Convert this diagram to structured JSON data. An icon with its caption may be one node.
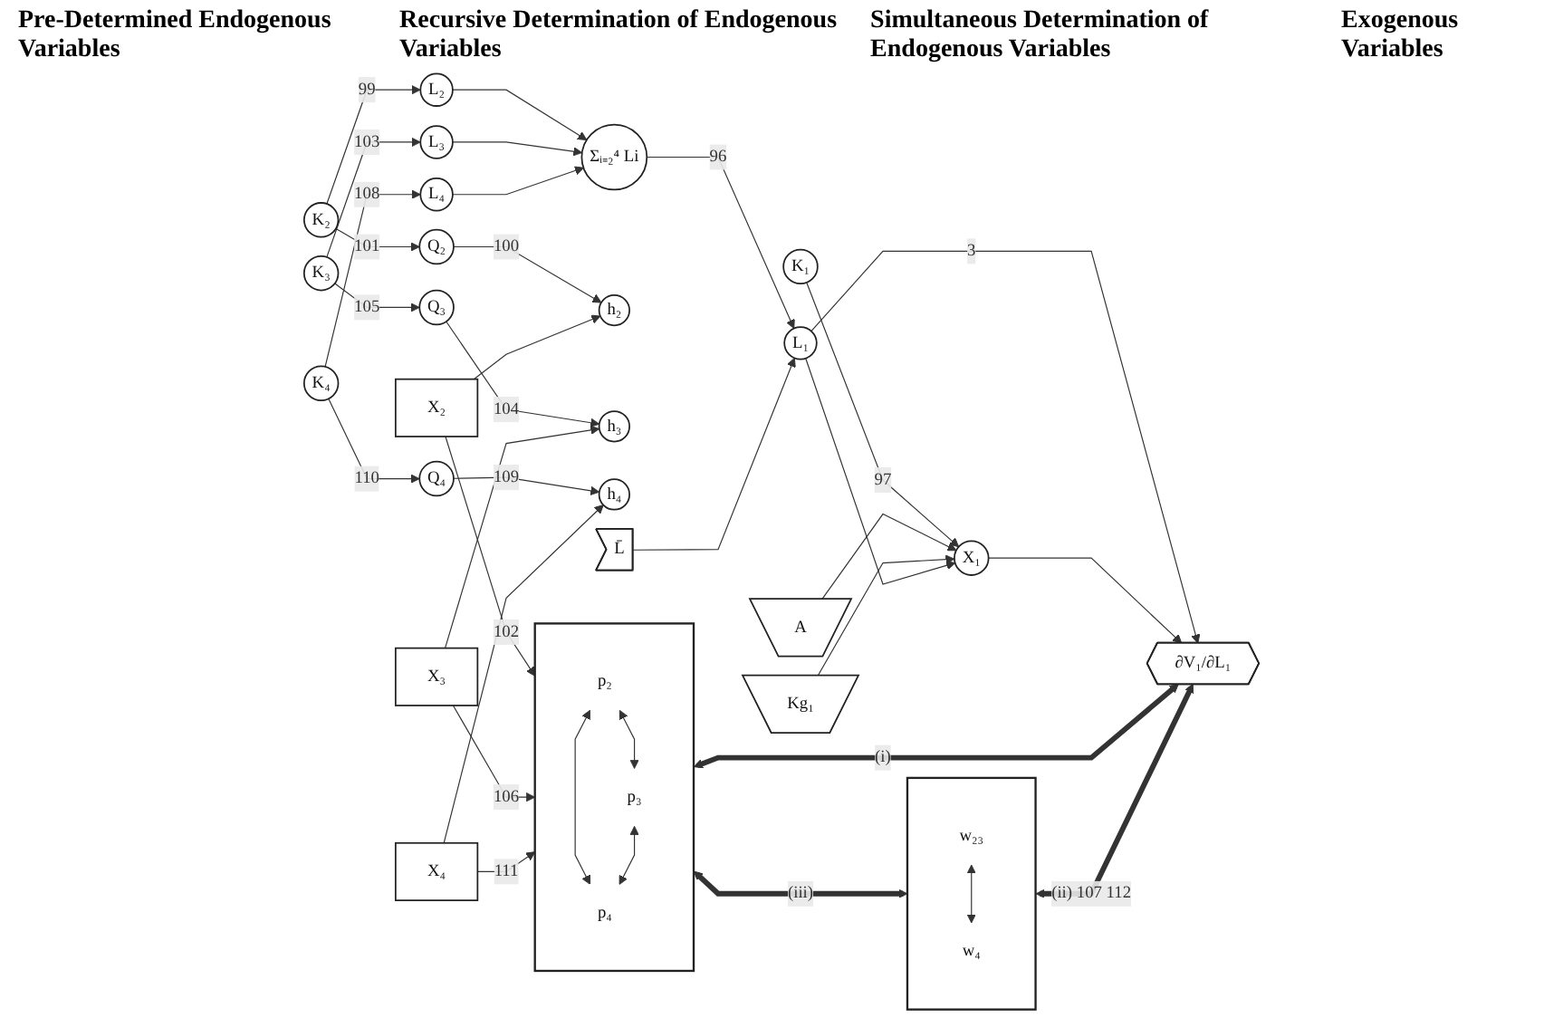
{
  "diagram": {
    "nodes": [
      {
        "text": [
          "K₂"
        ]
      },
      {
        "text": [
          "Q₂"
        ]
      },
      {
        "text": [
          "L₂"
        ]
      },
      {
        "text": [
          "h₂"
        ]
      },
      {
        "text": [
          "X₂"
        ]
      },
      {
        "text": [
          "K₃"
        ]
      },
      {
        "text": [
          "Q₃"
        ]
      },
      {
        "text": [
          "L₃"
        ]
      },
      {
        "text": [
          "h₃"
        ]
      },
      {
        "text": [
          "X₃"
        ]
      },
      {
        "text": [
          "K₄"
        ]
      },
      {
        "text": [
          "Q₄"
        ]
      },
      {
        "text": [
          "L₄"
        ]
      },
      {
        "text": [
          "h₄"
        ]
      },
      {
        "text": [
          "X₄"
        ]
      },
      {
        "text": [],
        "shape": "hexagon"
      },
      {
        "text": [
          "p₂"
        ],
        "in": 15
      },
      {
        "text": [
          "p₃"
        ],
        "in": 15
      },
      {
        "text": [
          "p₄"
        ],
        "in": 15
      },
      {
        "text": [],
        "shape": "hexagon"
      },
      {
        "text": [
          "w₂₃"
        ],
        "in": 19
      },
      {
        "text": [
          "w₄"
        ],
        "in": 19
      },
      {
        "text": [
          "Σᵢ₌₂⁴ Li"
        ]
      },
      {
        "text": [
          "L̄"
        ]
      },
      {
        "text": [
          "L₁"
        ]
      },
      {
        "text": [
          "A"
        ]
      },
      {
        "text": [
          "Kg₁"
        ]
      },
      {
        "text": [
          "K₁"
        ]
      },
      {
        "text": [
          "X₁"
        ]
      },
      {
        "text": [
          "∂V₁/∂L₁"
        ]
      }
    ],
    "edges": [
      {
        "from": 0,
        "to": 1,
        "arrow": "to",
        "label": "101"
      },
      {
        "from": 1,
        "to": 3,
        "arrow": "to",
        "label": "100"
      },
      {
        "from": 0,
        "to": 2,
        "arrow": "to",
        "label": "99"
      },
      {
        "from": 4,
        "to": 3,
        "arrow": "to"
      },
      {
        "from": 5,
        "to": 6,
        "arrow": "to",
        "label": "105"
      },
      {
        "from": 6,
        "to": 8,
        "arrow": "to",
        "label": "104"
      },
      {
        "from": 5,
        "to": 7,
        "arrow": "to",
        "label": "103"
      },
      {
        "from": 9,
        "to": 8,
        "arrow": "to"
      },
      {
        "from": 10,
        "to": 11,
        "arrow": "to",
        "label": "110"
      },
      {
        "from": 11,
        "to": 13,
        "arrow": "to",
        "label": "109"
      },
      {
        "from": 10,
        "to": 12,
        "arrow": "to",
        "label": "108"
      },
      {
        "from": 14,
        "to": 13,
        "arrow": "to"
      },
      {
        "from": 4,
        "to": 15,
        "arrow": "to",
        "label": "102"
      },
      {
        "from": 9,
        "to": 15,
        "arrow": "to",
        "label": "106"
      },
      {
        "from": 14,
        "to": 15,
        "arrow": "to",
        "label": "111"
      },
      {
        "from": 16,
        "to": 17,
        "arrow": "both"
      },
      {
        "from": 16,
        "to": 18,
        "arrow": "both"
      },
      {
        "from": 17,
        "to": 18,
        "arrow": "both"
      },
      {
        "from": 20,
        "to": 21,
        "arrow": "both"
      },
      {
        "from": 2,
        "to": 22,
        "arrow": "to"
      },
      {
        "from": 7,
        "to": 22,
        "arrow": "to"
      },
      {
        "from": 12,
        "to": 22,
        "arrow": "to"
      },
      {
        "from": 22,
        "to": 24,
        "arrow": "to",
        "label": "96"
      },
      {
        "from": 23,
        "to": 24,
        "arrow": "to"
      },
      {
        "from": 27,
        "to": 28,
        "arrow": "to",
        "label": "97"
      },
      {
        "from": 25,
        "to": 28,
        "arrow": "to"
      },
      {
        "from": 26,
        "to": 28,
        "arrow": "to"
      },
      {
        "from": 24,
        "to": 28,
        "arrow": "to"
      },
      {
        "from": 24,
        "to": 29,
        "arrow": "to",
        "label": "3"
      },
      {
        "from": 28,
        "to": 29,
        "arrow": "to"
      },
      {
        "from": 15,
        "to": 29,
        "arrow": "both",
        "label": "(i)",
        "style": "thick"
      },
      {
        "from": 15,
        "to": 19,
        "arrow": "both",
        "label": "(iii)",
        "style": "thick"
      },
      {
        "from": 19,
        "to": 29,
        "arrow": "both",
        "label": "(ii) 107 112",
        "style": "thick"
      }
    ],
    "labels": [
      "Pre-Determined Endogenous Variables",
      "Recursive Determination of Endogenous Variables",
      "Simultaneous Determination of Endogenous Variables",
      "Exogenous Variables"
    ]
  }
}
